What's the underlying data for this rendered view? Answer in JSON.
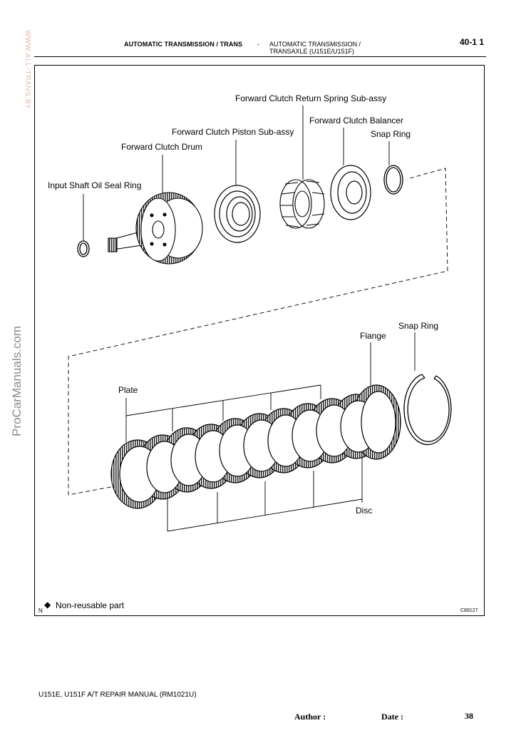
{
  "header": {
    "section_left": "AUTOMATIC TRANSMISSION / TRANS",
    "separator": "-",
    "section_right_line1": "AUTOMATIC TRANSMISSION /",
    "section_right_line2": "TRANSAXLE (U151E/U151F)",
    "page_number": "40-1 1"
  },
  "watermarks": {
    "side_url": "WWW.ALL-TRANS.BY",
    "side_brand": "ProCarManuals.com"
  },
  "diagram": {
    "labels": {
      "return_spring": "Forward Clutch Return Spring Sub-assy",
      "balancer": "Forward Clutch Balancer",
      "snap_ring_top": "Snap Ring",
      "piston": "Forward Clutch Piston Sub-assy",
      "drum": "Forward Clutch Drum",
      "oil_seal": "Input Shaft Oil Seal Ring",
      "snap_ring_bottom": "Snap Ring",
      "flange": "Flange",
      "plate": "Plate",
      "disc": "Disc"
    },
    "legend_symbol": "◆",
    "legend_text": "Non-reusable part",
    "corner_mark": "N",
    "figure_code": "C89127"
  },
  "footer": {
    "manual": "U151E, U151F A/T REPAIR MANUAL   (RM1021U)",
    "author_label": "Author :",
    "date_label": "Date :",
    "page": "38"
  }
}
